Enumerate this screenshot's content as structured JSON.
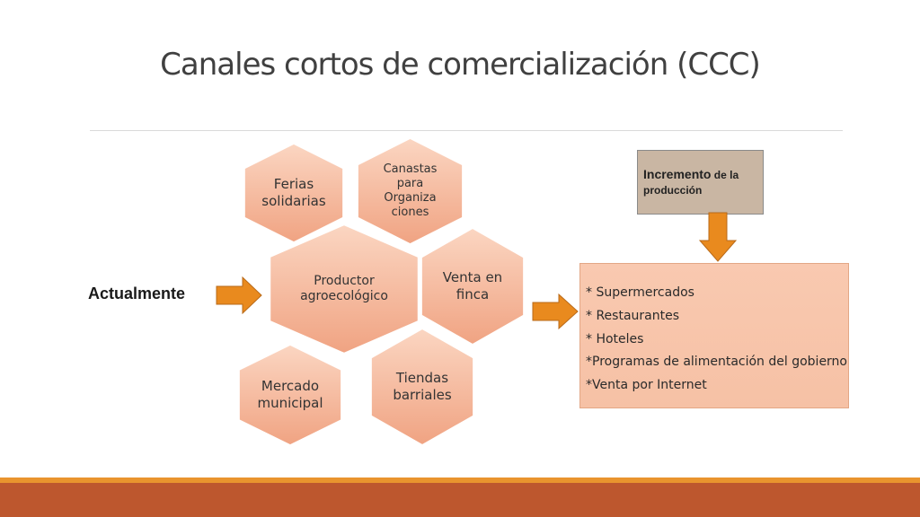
{
  "slide": {
    "title": "Canales cortos de comercialización (CCC)"
  },
  "diagram": {
    "start_label": "Actualmente",
    "center": "Productor\nagroecológico",
    "channels": {
      "ferias": "Ferias\nsolidarias",
      "canastas": "Canastas\npara\nOrganiza\nciones",
      "venta": "Venta en\nfinca",
      "tiendas": "Tiendas\nbarriales",
      "mercado": "Mercado\nmunicipal"
    },
    "increase_box": {
      "line1_big": "Incremento",
      "line1_small": " de la",
      "line2": "producción"
    },
    "targets": [
      "* Supermercados",
      "* Restaurantes",
      "* Hoteles",
      "*Programas de alimentación del gobierno",
      "*Venta por Internet"
    ]
  },
  "colors": {
    "hex_fill_top": "#fbd6c2",
    "hex_fill_bottom": "#f0a382",
    "arrow": "#e98a1e",
    "band_thin": "#e9942e",
    "band": "#bd572e"
  }
}
